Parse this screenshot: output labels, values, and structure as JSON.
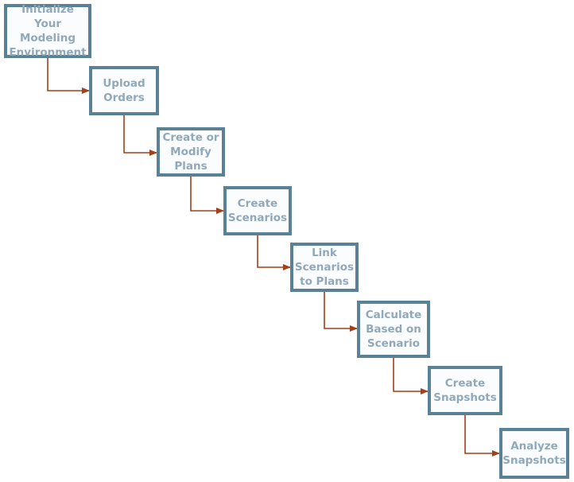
{
  "colors": {
    "box_border": "#5b8196",
    "box_text": "#8fa9bb",
    "arrow": "#a0411a"
  },
  "steps": [
    {
      "id": "initialize",
      "label": "Initialize Your\nModeling\nEnvironment"
    },
    {
      "id": "upload-orders",
      "label": "Upload\nOrders"
    },
    {
      "id": "create-modify-plans",
      "label": "Create or\nModify\nPlans"
    },
    {
      "id": "create-scenarios",
      "label": "Create\nScenarios"
    },
    {
      "id": "link-scenarios",
      "label": "Link\nScenarios\nto Plans"
    },
    {
      "id": "calculate",
      "label": "Calculate\nBased on\nScenario"
    },
    {
      "id": "create-snapshots",
      "label": "Create\nSnapshots"
    },
    {
      "id": "analyze-snapshots",
      "label": "Analyze\nSnapshots"
    }
  ]
}
